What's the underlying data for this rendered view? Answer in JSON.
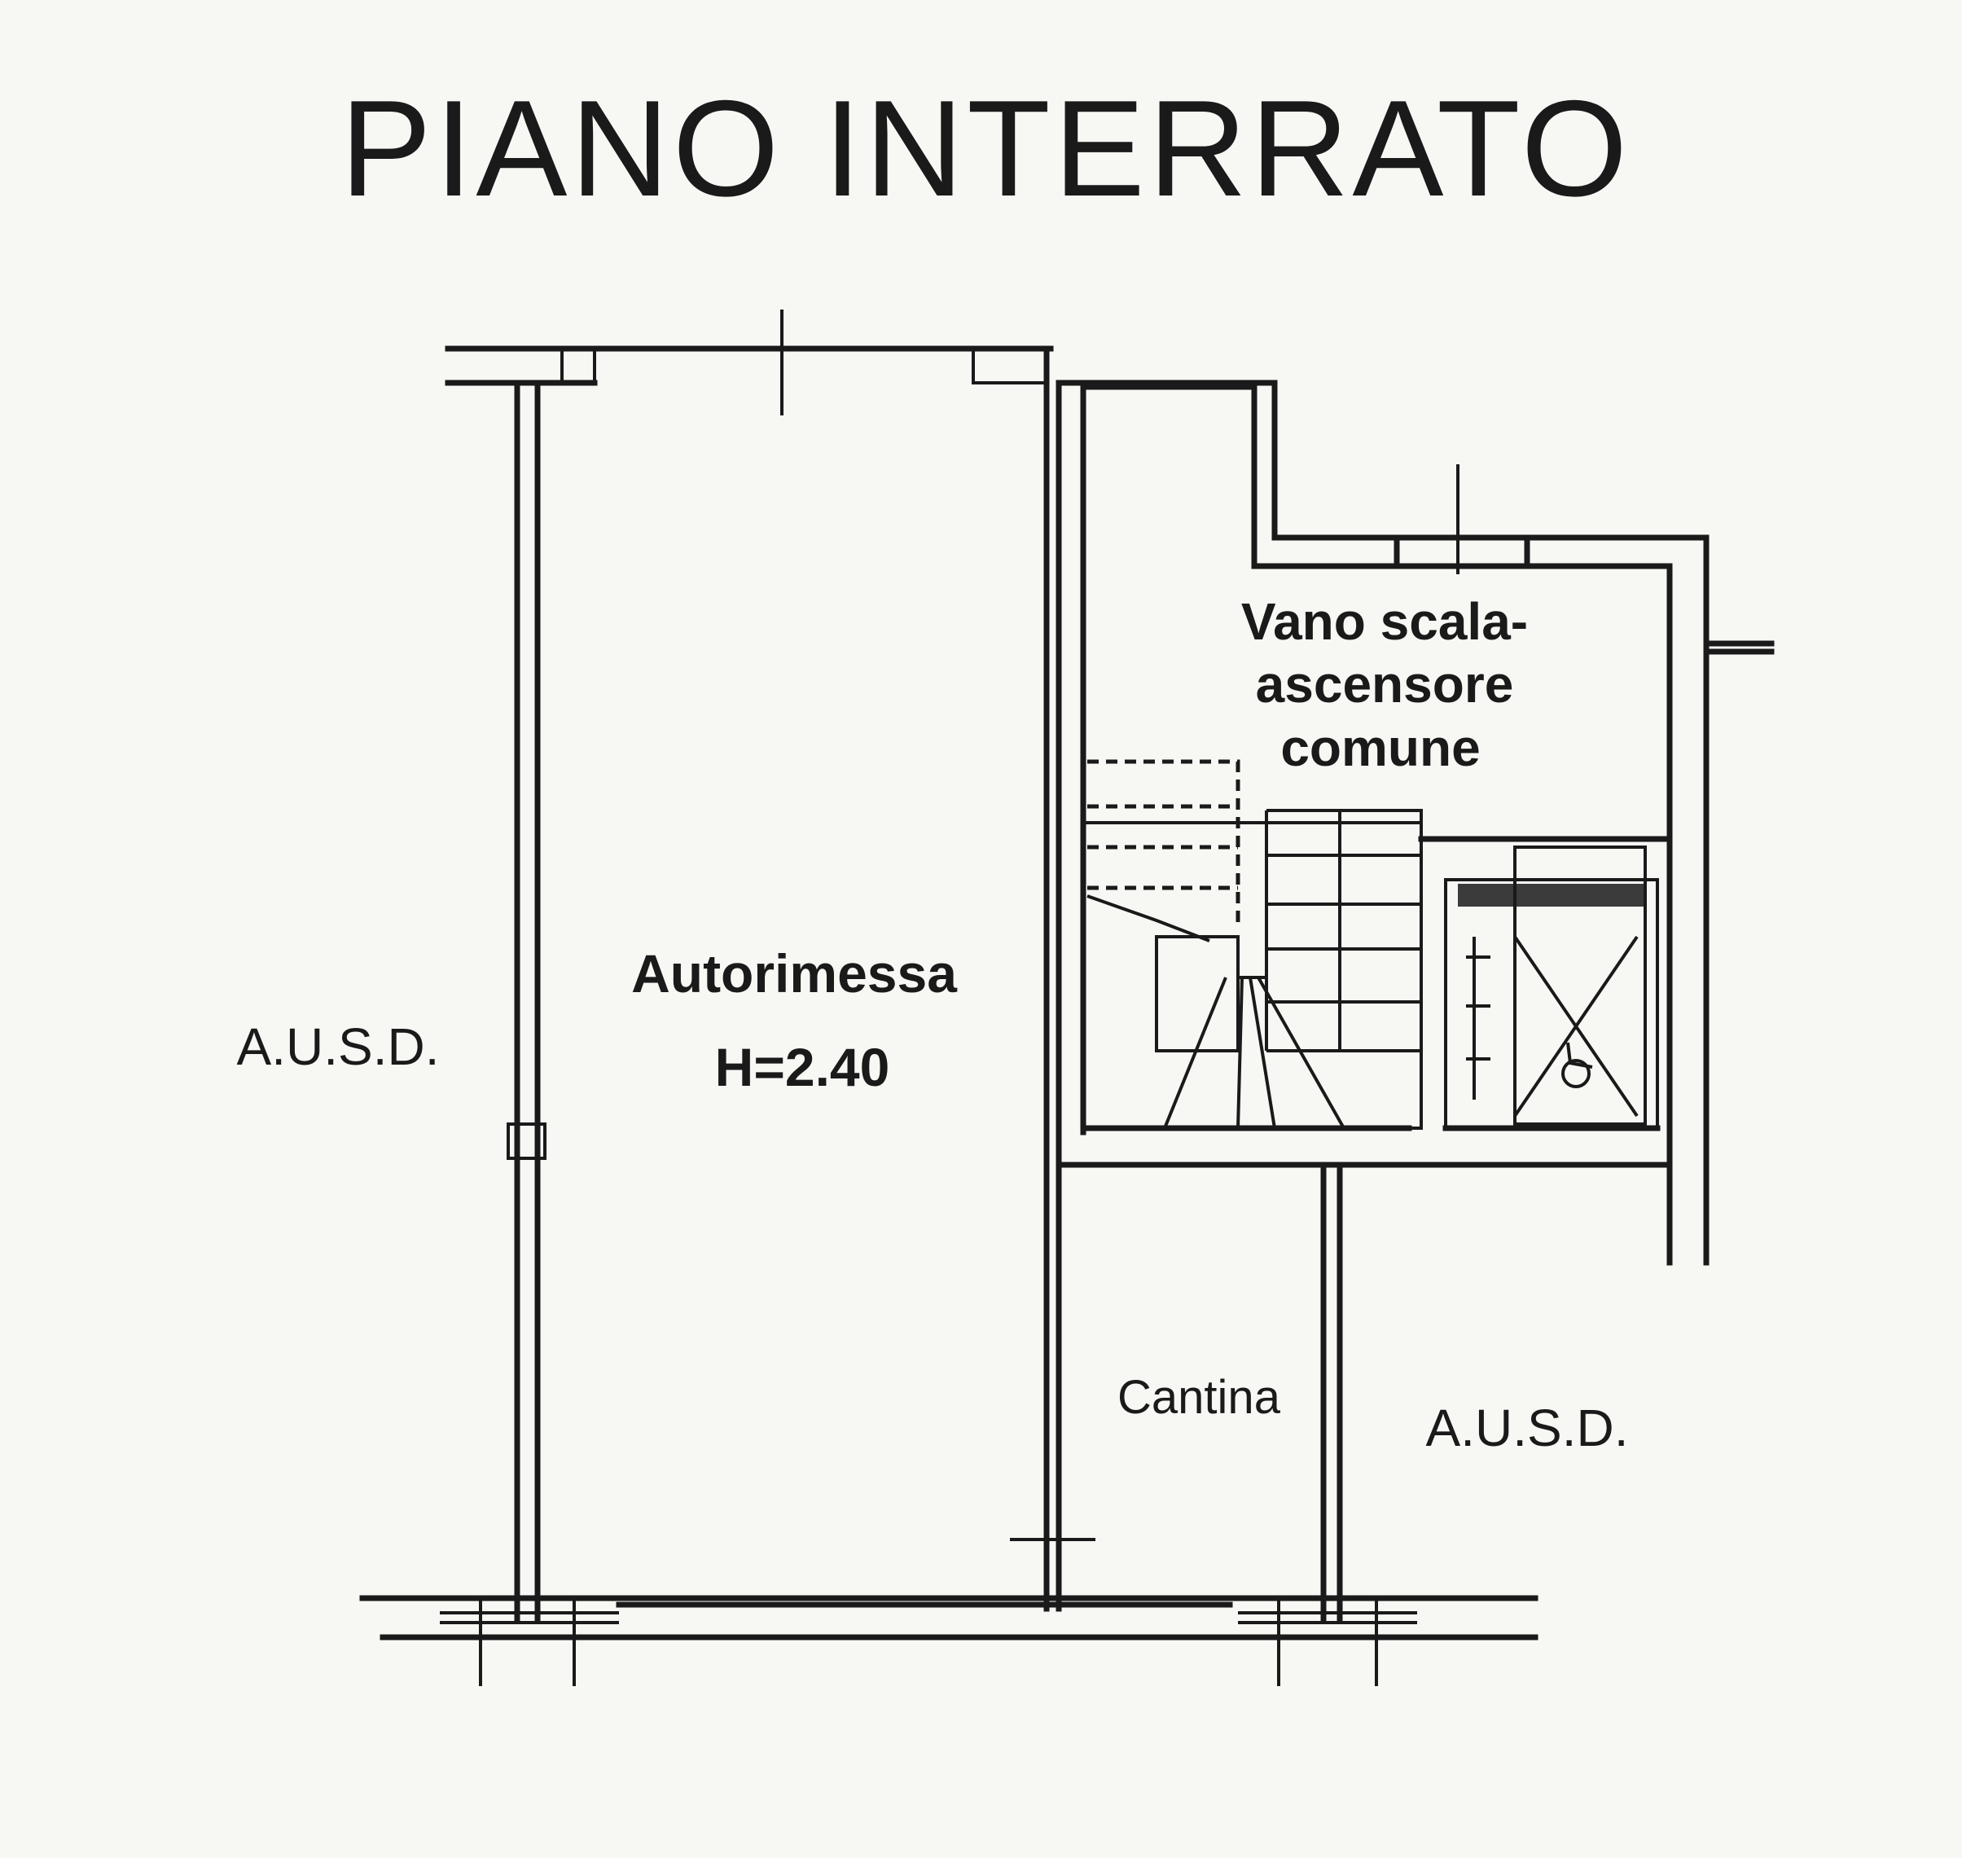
{
  "title": "PIANO INTERRATO",
  "rooms": {
    "garage_name": "Autorimessa",
    "garage_height": "H=2.40",
    "stair_line1": "Vano scala-",
    "stair_line2": "ascensore",
    "stair_line3": "comune",
    "cellar": "Cantina",
    "ausd_left": "A.U.S.D.",
    "ausd_right": "A.U.S.D."
  },
  "icons": {
    "elevator": "elevator-shaft-icon",
    "stairs": "staircase-icon",
    "disabled_access": "wheelchair-symbol-icon"
  },
  "colors": {
    "paper": "#f7f7f4",
    "ink": "#1a1a1a"
  }
}
